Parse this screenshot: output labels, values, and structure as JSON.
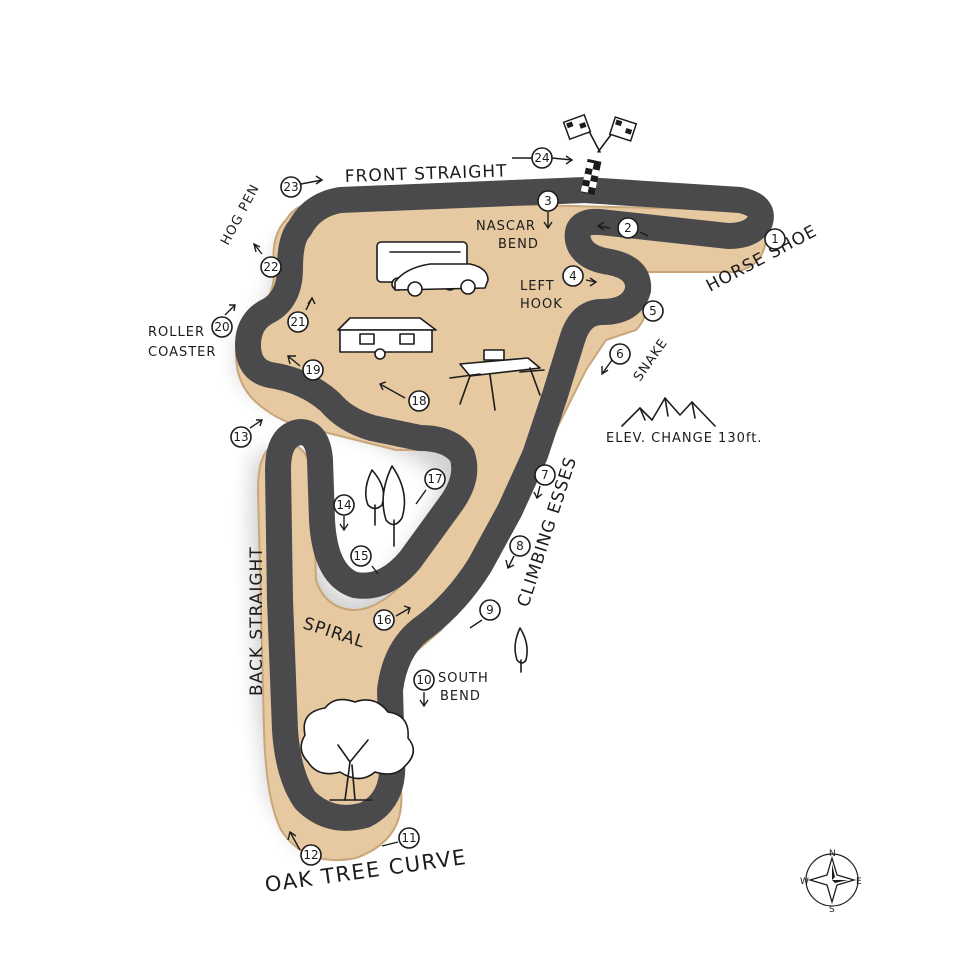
{
  "map": {
    "corners": [
      {
        "n": "1",
        "name": "HORSE SHOE"
      },
      {
        "n": "2",
        "name": ""
      },
      {
        "n": "3",
        "name": "NASCAR BEND"
      },
      {
        "n": "4",
        "name": "LEFT HOOK"
      },
      {
        "n": "5",
        "name": "SNAKE"
      },
      {
        "n": "6",
        "name": "SNAKE"
      },
      {
        "n": "7",
        "name": "CLIMBING ESSES"
      },
      {
        "n": "8",
        "name": "CLIMBING ESSES"
      },
      {
        "n": "9",
        "name": "CLIMBING ESSES"
      },
      {
        "n": "10",
        "name": "SOUTH BEND"
      },
      {
        "n": "11",
        "name": "OAK TREE CURVE"
      },
      {
        "n": "12",
        "name": "OAK TREE CURVE"
      },
      {
        "n": "13",
        "name": ""
      },
      {
        "n": "14",
        "name": "SPIRAL"
      },
      {
        "n": "15",
        "name": "SPIRAL"
      },
      {
        "n": "16",
        "name": "SPIRAL"
      },
      {
        "n": "17",
        "name": ""
      },
      {
        "n": "18",
        "name": ""
      },
      {
        "n": "19",
        "name": ""
      },
      {
        "n": "20",
        "name": "ROLLER COASTER"
      },
      {
        "n": "21",
        "name": ""
      },
      {
        "n": "22",
        "name": "HOG PEN"
      },
      {
        "n": "23",
        "name": "HOG PEN"
      },
      {
        "n": "24",
        "name": "FRONT STRAIGHT"
      }
    ],
    "labels": {
      "front_straight": "FRONT STRAIGHT",
      "hog_pen": "HOG PEN",
      "nascar_bend_1": "NASCAR",
      "nascar_bend_2": "BEND",
      "left_hook_1": "LEFT",
      "left_hook_2": "HOOK",
      "horse_shoe": "HORSE SHOE",
      "roller_coaster_1": "ROLLER",
      "roller_coaster_2": "COASTER",
      "snake": "SNAKE",
      "elevation": "ELEV. CHANGE 130ft.",
      "climbing_esses": "CLIMBING ESSES",
      "back_straight": "BACK STRAIGHT",
      "spiral": "SPIRAL",
      "south_bend_1": "SOUTH",
      "south_bend_2": "BEND",
      "oak_tree_curve": "OAK TREE CURVE"
    },
    "compass": {
      "n": "N",
      "s": "S",
      "e": "E",
      "w": "W"
    },
    "colors": {
      "track": "#4a4a4c",
      "wood": "#e6c9a0",
      "wood_dark": "#c9a67a",
      "ink": "#1c1c1c"
    },
    "icons": [
      "checkered-flags-icon",
      "motorhome-icon",
      "sports-car-icon",
      "camper-trailer-icon",
      "picnic-table-icon",
      "mountains-icon",
      "tree-icon",
      "oak-tree-icon",
      "compass-rose-icon"
    ]
  }
}
